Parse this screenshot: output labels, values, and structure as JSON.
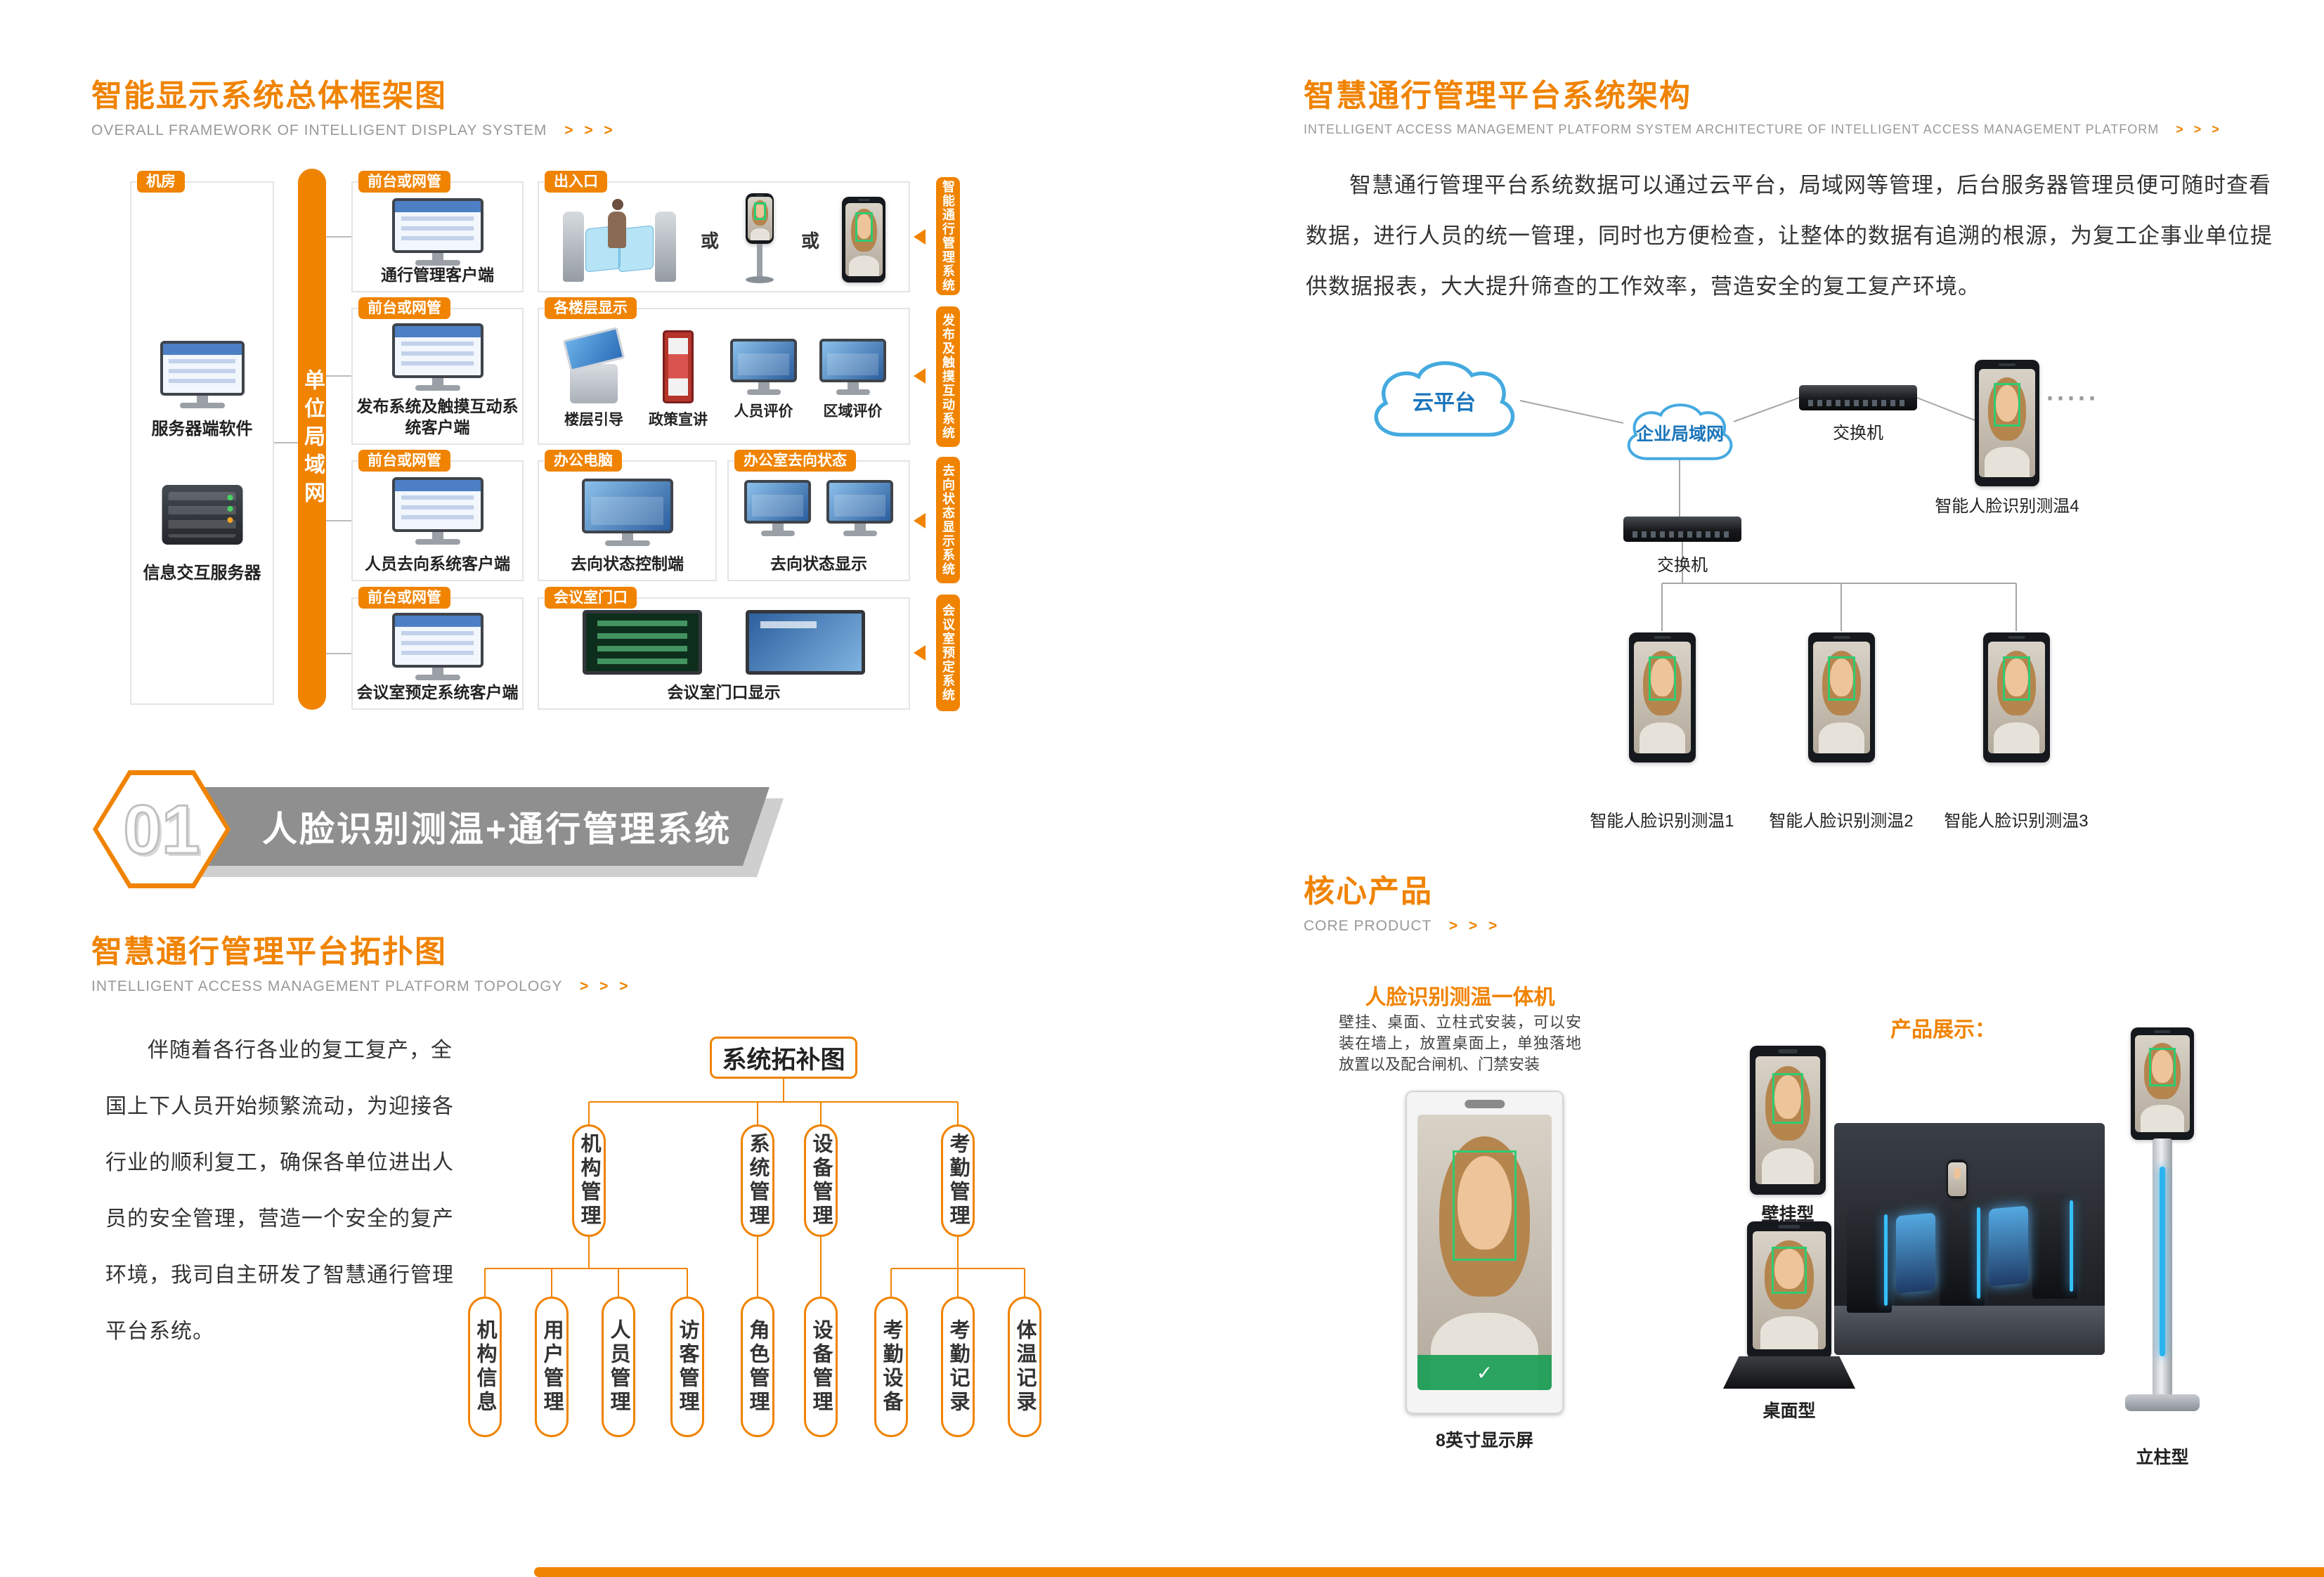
{
  "colors": {
    "accent": "#F08300",
    "banner_gray": "#8f8f8f",
    "cloud_blue": "#45aae0"
  },
  "icons": {
    "check": "✓"
  },
  "framework": {
    "title": "智能显示系统总体框架图",
    "subtitle": "OVERALL FRAMEWORK OF INTELLIGENT DISPLAY SYSTEM",
    "arrows": "> > >",
    "room_tag": "机房",
    "server_software_label": "服务器端软件",
    "info_server_label": "信息交互服务器",
    "lan_bar": "单位局域网",
    "row1": {
      "client_tag": "前台或网管",
      "client_label": "通行管理客户端",
      "box_tag": "出入口",
      "or": "或",
      "system": "智能通行管理系统"
    },
    "row2": {
      "client_tag": "前台或网管",
      "client_label": "发布系统及触摸互动系统客户端",
      "box_tag": "各楼层显示",
      "items": [
        "楼层引导",
        "政策宣讲",
        "人员评价",
        "区域评价"
      ],
      "system": "发布及触摸互动系统"
    },
    "row3": {
      "client_tag": "前台或网管",
      "client_label": "人员去向系统客户端",
      "boxA_tag": "办公电脑",
      "boxA_label": "去向状态控制端",
      "boxB_tag": "办公室去向状态",
      "boxB_label": "去向状态显示",
      "system": "去向状态显示系统"
    },
    "row4": {
      "client_tag": "前台或网管",
      "client_label": "会议室预定系统客户端",
      "box_tag": "会议室门口",
      "box_label": "会议室门口显示",
      "system": "会议室预定系统"
    }
  },
  "banner": {
    "number": "01",
    "title": "人脸识别测温+通行管理系统"
  },
  "topology": {
    "title": "智慧通行管理平台拓扑图",
    "subtitle": "INTELLIGENT ACCESS MANAGEMENT PLATFORM TOPOLOGY",
    "arrows": "> > >",
    "paragraph": "伴随着各行各业的复工复产，全国上下人员开始频繁流动，为迎接各行业的顺利复工，确保各单位进出人员的安全管理，营造一个安全的复产环境，我司自主研发了智慧通行管理平台系统。",
    "tree": {
      "root": "系统拓补图",
      "branches": [
        "机构管理",
        "系统管理",
        "设备管理",
        "考勤管理"
      ],
      "leaves": [
        "机构信息",
        "用户管理",
        "人员管理",
        "访客管理",
        "角色管理",
        "设备管理",
        "考勤设备",
        "考勤记录",
        "体温记录"
      ]
    }
  },
  "architecture": {
    "title": "智慧通行管理平台系统架构",
    "subtitle": "INTELLIGENT ACCESS MANAGEMENT PLATFORM SYSTEM ARCHITECTURE OF INTELLIGENT ACCESS MANAGEMENT PLATFORM",
    "arrows": "> > >",
    "paragraph": "智慧通行管理平台系统数据可以通过云平台，局域网等管理，后台服务器管理员便可随时查看数据，进行人员的统一管理，同时也方便检查，让整体的数据有追溯的根源，为复工企事业单位提供数据报表，大大提升筛查的工作效率，营造安全的复工复产环境。",
    "network": {
      "cloud1": "云平台",
      "cloud2": "企业局域网",
      "switch1": "交换机",
      "switch2": "交换机",
      "dots": "·····",
      "device1": "智能人脸识别测温1",
      "device2": "智能人脸识别测温2",
      "device3": "智能人脸识别测温3",
      "device4": "智能人脸识别测温4"
    }
  },
  "core": {
    "title": "核心产品",
    "subtitle": "CORE PRODUCT",
    "arrows": "> > >",
    "product_name": "人脸识别测温一体机",
    "product_desc": "壁挂、桌面、立柱式安装，可以安装在墙上，放置桌面上，单独落地放置以及配合闸机、门禁安装",
    "screen_label": "8英寸显示屏",
    "showcase_title": "产品展示：",
    "type_wall": "壁挂型",
    "type_desk": "桌面型",
    "type_pole": "立柱型"
  }
}
